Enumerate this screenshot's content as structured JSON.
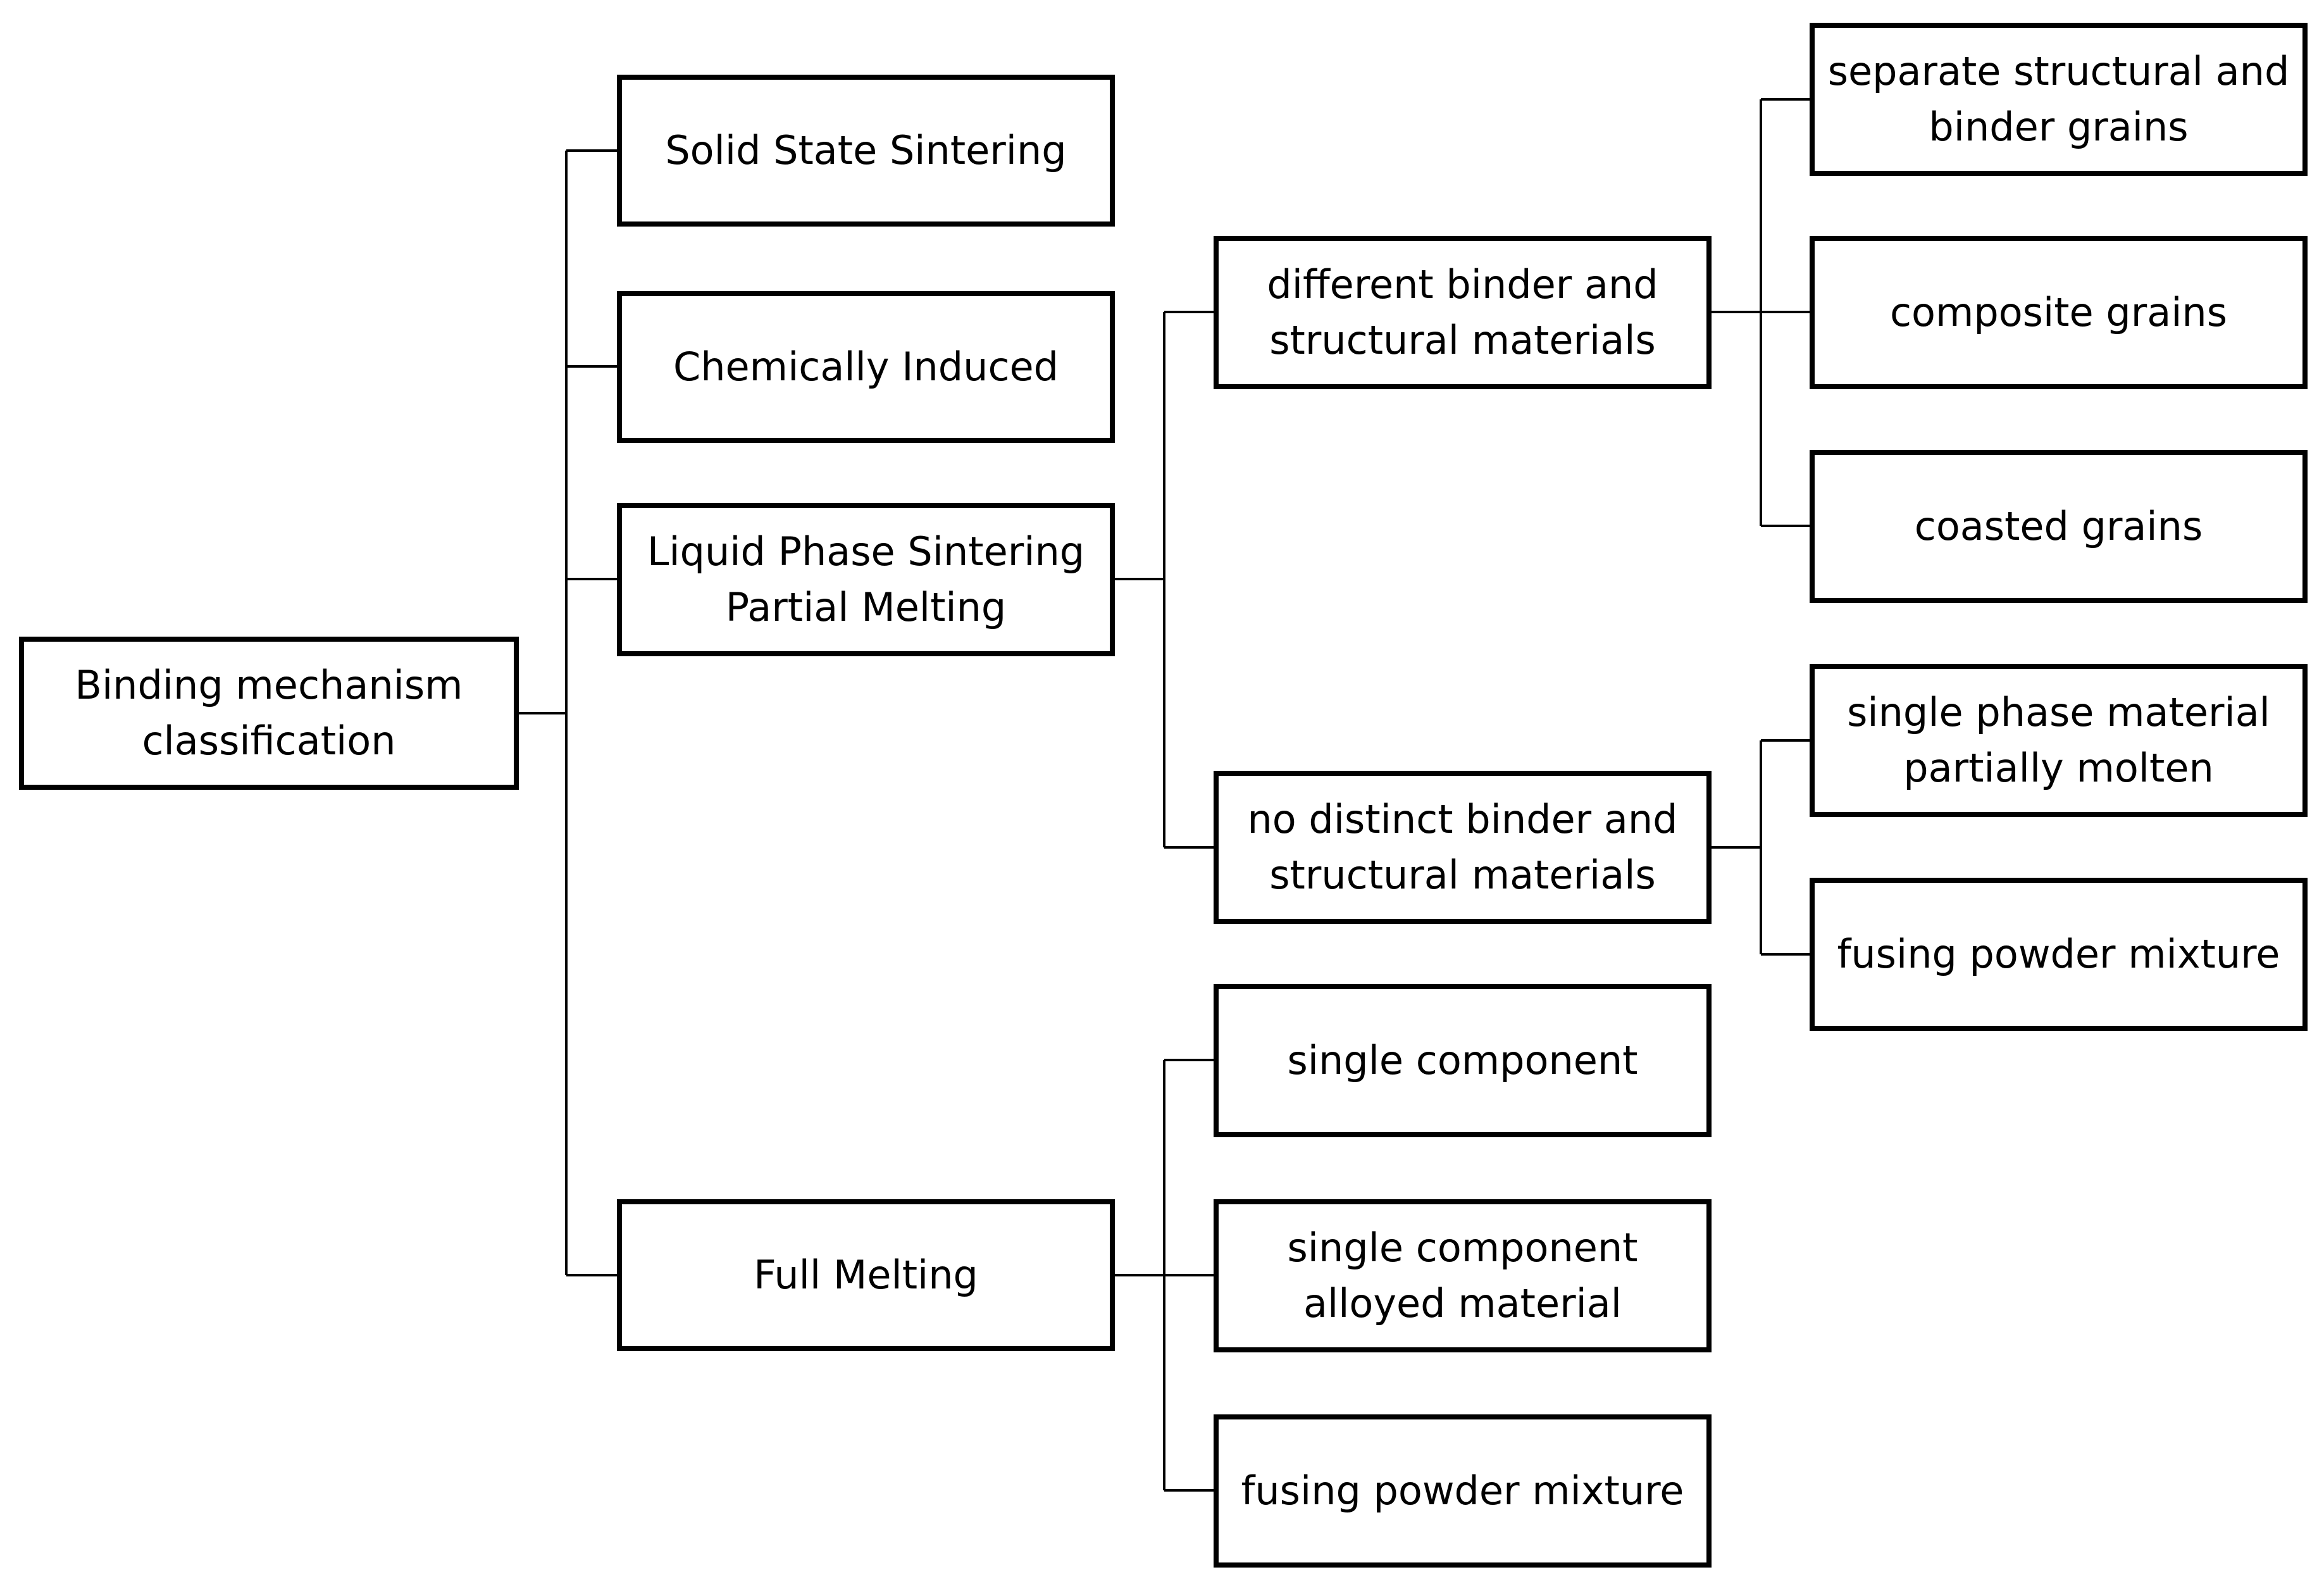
{
  "root": {
    "lines": [
      "Binding mechanism",
      "classification"
    ]
  },
  "level1": [
    {
      "lines": [
        "Solid State Sintering"
      ]
    },
    {
      "lines": [
        "Chemically Induced"
      ]
    },
    {
      "lines": [
        "Liquid Phase Sintering",
        "Partial Melting"
      ]
    },
    {
      "lines": [
        "Full Melting"
      ]
    }
  ],
  "liquid_phase": [
    {
      "lines": [
        "different binder and",
        "structural materials"
      ]
    },
    {
      "lines": [
        "no distinct binder and",
        "structural materials"
      ]
    }
  ],
  "different_binder": [
    {
      "lines": [
        "separate structural and",
        "binder grains"
      ]
    },
    {
      "lines": [
        "composite grains"
      ]
    },
    {
      "lines": [
        "coasted grains"
      ]
    }
  ],
  "no_distinct_binder": [
    {
      "lines": [
        "single phase material",
        "partially molten"
      ]
    },
    {
      "lines": [
        "fusing powder mixture"
      ]
    }
  ],
  "full_melting": [
    {
      "lines": [
        "single component"
      ]
    },
    {
      "lines": [
        "single component",
        "alloyed material"
      ]
    },
    {
      "lines": [
        "fusing powder mixture"
      ]
    }
  ]
}
